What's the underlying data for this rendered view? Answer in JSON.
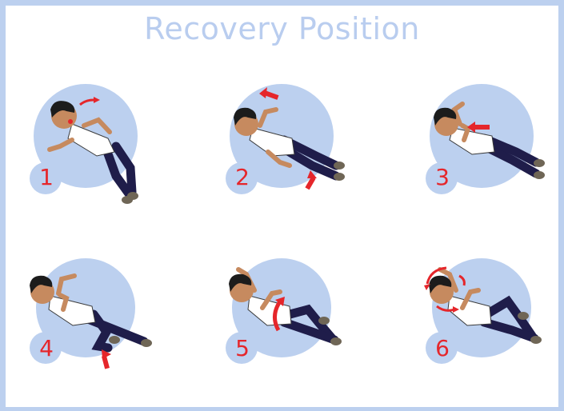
{
  "title": "Recovery Position",
  "colors": {
    "frame": "#bcd0ef",
    "circle": "#bcd0ef",
    "title": "#b9cdef",
    "number": "#e5262b",
    "arrow": "#e5262b",
    "shirt": "#ffffff",
    "trousers": "#1f1d4a",
    "skin": "#c68a5f",
    "hair": "#1c1c1c",
    "shoes": "#6f6656"
  },
  "steps": [
    {
      "number": "1",
      "icon": "person-lying-on-back-icon"
    },
    {
      "number": "2",
      "icon": "arm-raised-icon"
    },
    {
      "number": "3",
      "icon": "hand-under-cheek-icon"
    },
    {
      "number": "4",
      "icon": "knee-bent-icon"
    },
    {
      "number": "5",
      "icon": "roll-onto-side-icon"
    },
    {
      "number": "6",
      "icon": "tilt-head-back-icon"
    }
  ]
}
